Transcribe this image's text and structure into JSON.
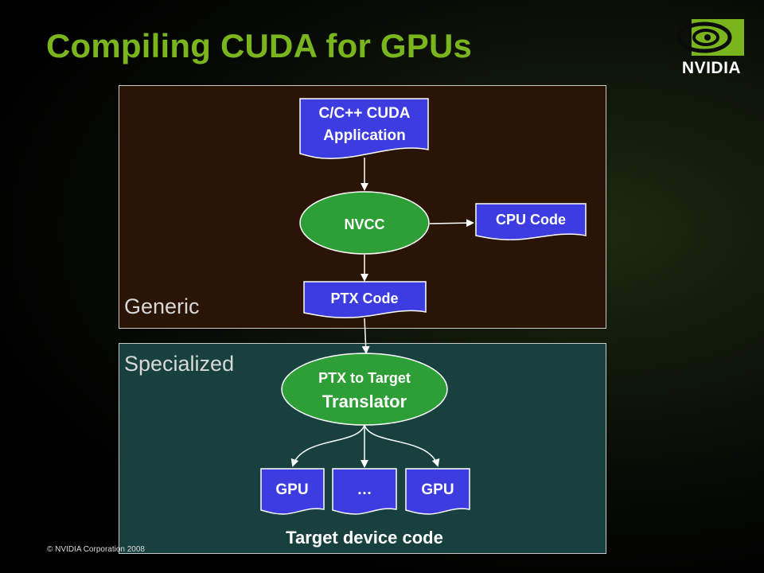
{
  "slide": {
    "title": "Compiling CUDA for GPUs",
    "footer": "© NVIDIA Corporation 2008",
    "logo_text": "NVIDIA"
  },
  "panels": {
    "generic_label": "Generic",
    "specialized_label": "Specialized"
  },
  "nodes": {
    "app_line1": "C/C++ CUDA",
    "app_line2": "Application",
    "nvcc": "NVCC",
    "cpu_code": "CPU Code",
    "ptx_code": "PTX Code",
    "translator_line1": "PTX to Target",
    "translator_line2": "Translator",
    "gpu_left": "GPU",
    "ellipsis": "…",
    "gpu_right": "GPU",
    "target_label": "Target device code"
  },
  "colors": {
    "title": "#7ab51d",
    "document_fill": "#3c3ce0",
    "ellipse_fill": "#2e9f36",
    "generic_bg": "#2a1406",
    "specialized_bg": "#17403e"
  }
}
